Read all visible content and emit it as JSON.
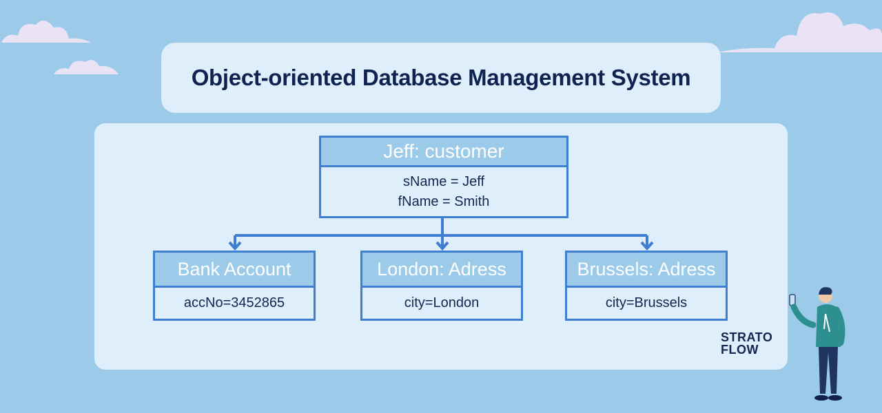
{
  "title": "Object-oriented Database Management System",
  "diagram": {
    "root": {
      "header": "Jeff: customer",
      "attributes": [
        "sName = Jeff",
        "fName = Smith"
      ]
    },
    "children": [
      {
        "header": "Bank Account",
        "attributes": [
          "accNo=3452865"
        ]
      },
      {
        "header": "London: Adress",
        "attributes": [
          "city=London"
        ]
      },
      {
        "header": "Brussels: Adress",
        "attributes": [
          "city=Brussels"
        ]
      }
    ]
  },
  "logo": {
    "line1": "STRATO",
    "line2": "FLOW"
  },
  "colors": {
    "background": "#9ccbea",
    "card": "#deeefb",
    "border": "#3f7ed1",
    "title_text": "#0f2350",
    "body_text": "#13264f"
  }
}
